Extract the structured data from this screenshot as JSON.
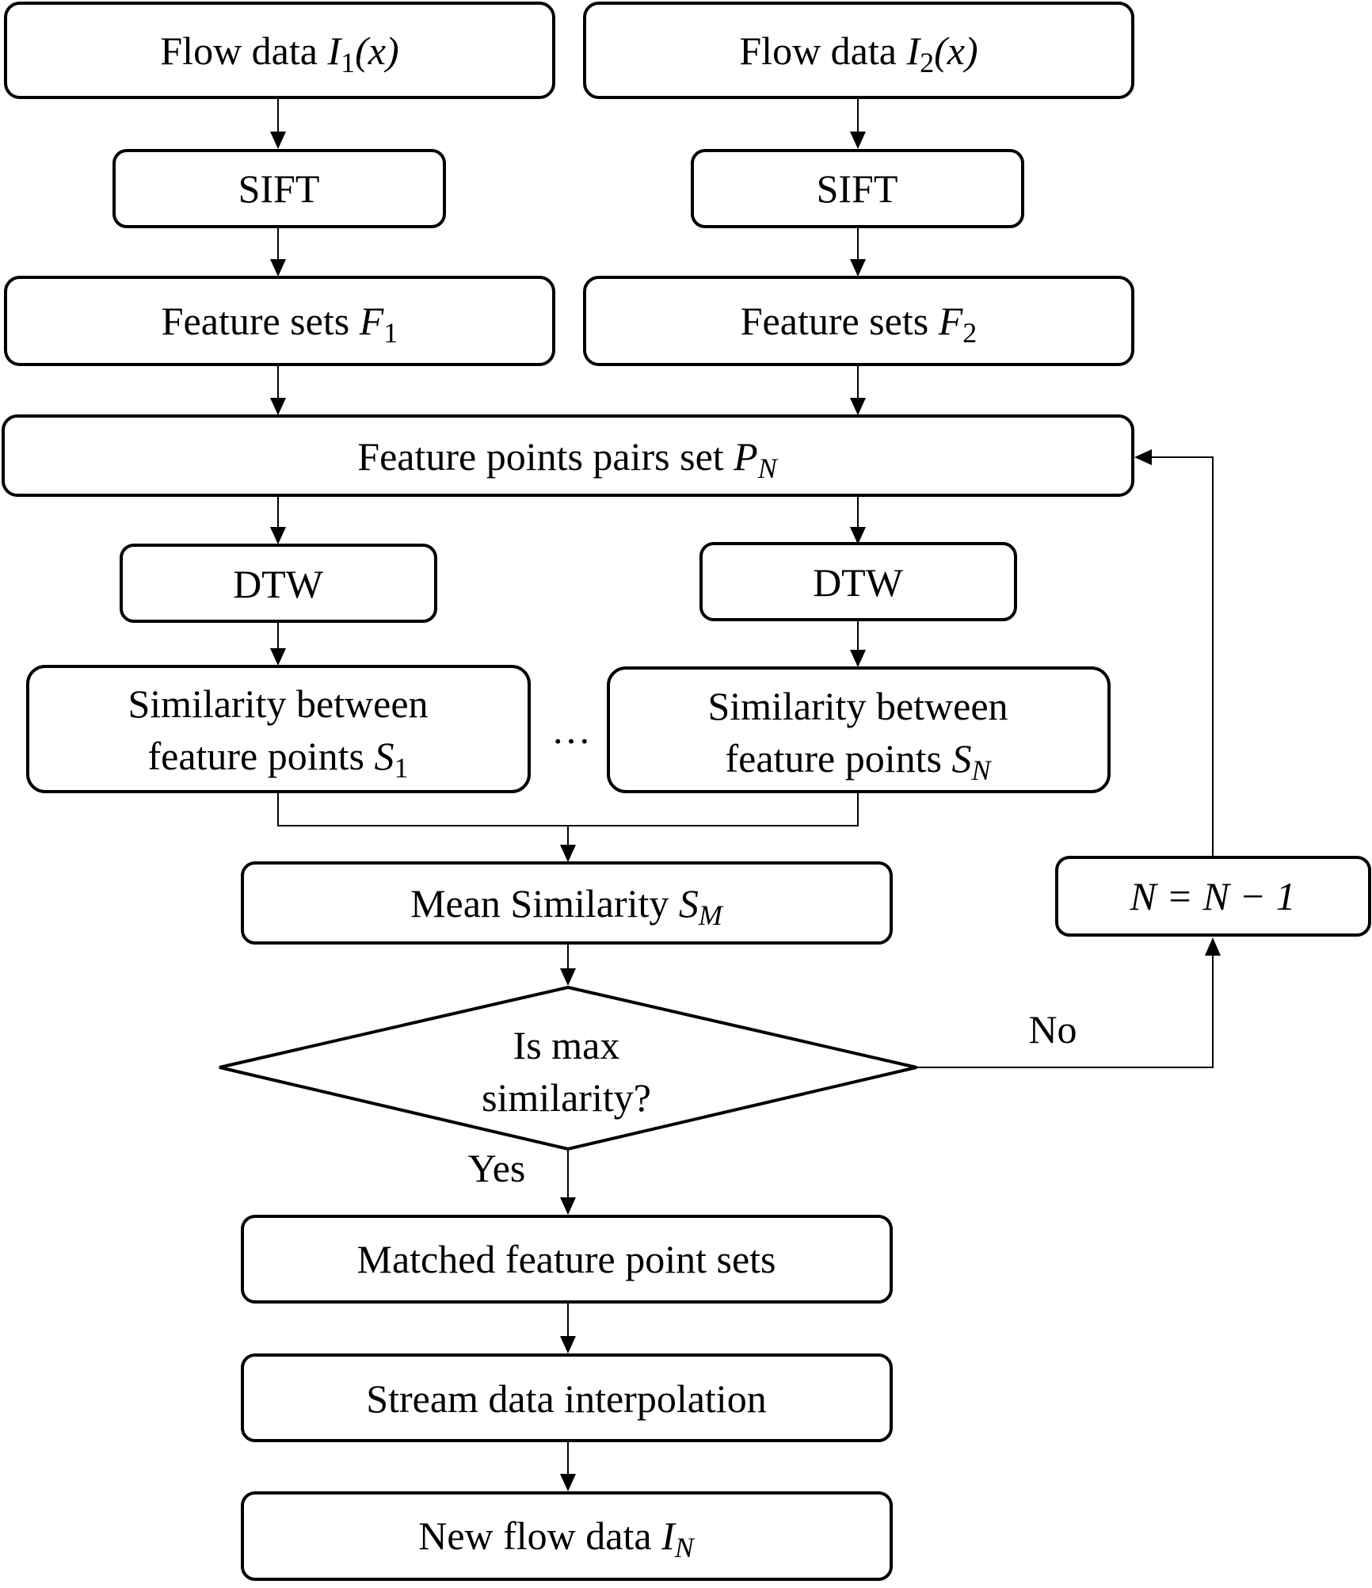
{
  "nodes": {
    "flow1": {
      "text": "Flow data ",
      "var": "I",
      "sub": "1",
      "suffix": "(x)"
    },
    "flow2": {
      "text": "Flow data ",
      "var": "I",
      "sub": "2",
      "suffix": "(x)"
    },
    "sift1": {
      "text": "SIFT"
    },
    "sift2": {
      "text": "SIFT"
    },
    "feat1": {
      "text": "Feature sets ",
      "var": "F",
      "sub": "1"
    },
    "feat2": {
      "text": "Feature sets ",
      "var": "F",
      "sub": "2"
    },
    "pairs": {
      "text": "Feature points pairs set ",
      "var": "P",
      "sub": "N"
    },
    "dtw1": {
      "text": "DTW"
    },
    "dtwN": {
      "text": "DTW"
    },
    "sim1": {
      "line1": "Similarity between",
      "line2": "feature points ",
      "var": "S",
      "sub": "1"
    },
    "simN": {
      "line1": "Similarity between",
      "line2": "feature points ",
      "var": "S",
      "sub": "N"
    },
    "ellipsis": "…",
    "mean": {
      "text": "Mean Similarity ",
      "var": "S",
      "sub": "M"
    },
    "decision": {
      "line1": "Is max",
      "line2": "similarity?"
    },
    "decrement": {
      "text": "N = N − 1"
    },
    "matched": {
      "text": "Matched feature point sets"
    },
    "interp": {
      "text": "Stream data interpolation"
    },
    "newflow": {
      "text": "New flow data ",
      "var": "I",
      "sub": "N"
    }
  },
  "edges": {
    "yes_label": "Yes",
    "no_label": "No"
  }
}
